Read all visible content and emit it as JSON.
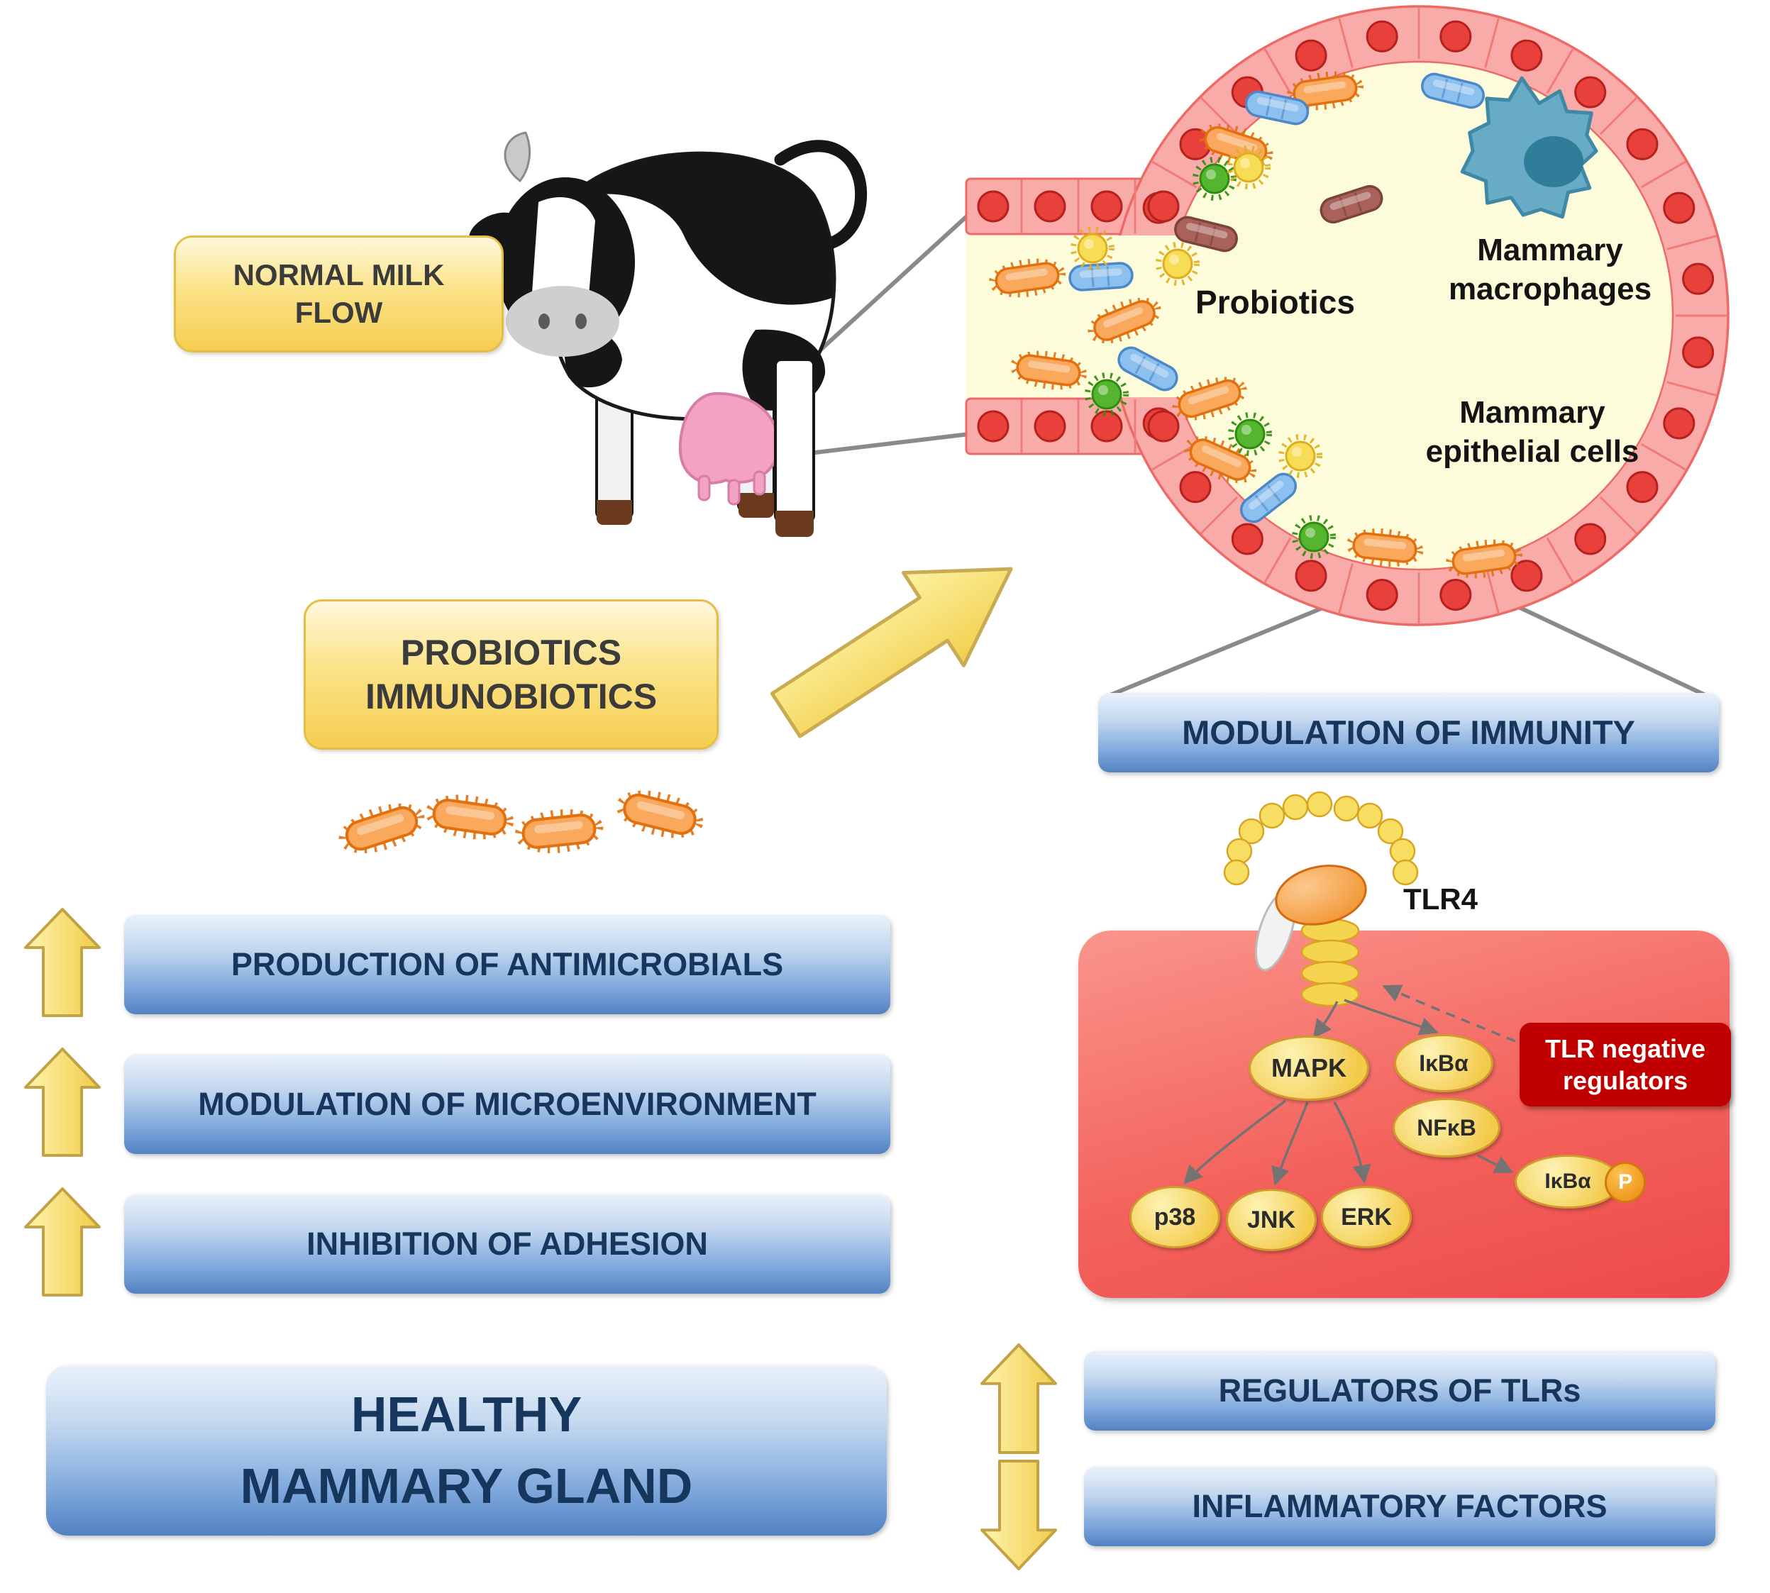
{
  "colors": {
    "yellow_box": "#FBDD6E",
    "blue_box": "#5B8AC7",
    "navy_text": "#17365D",
    "red_panel": "#EE5350",
    "dark_red_box": "#C00000",
    "node_yellow": "#F3CA4A",
    "arrow_yellow": "#F7E16B",
    "epithelium_pink": "#F9ABA9",
    "nucleus_red": "#E8413C",
    "macrophage_teal": "#68ABC6"
  },
  "cow_section": {
    "normal_milk_flow": {
      "line1": "NORMAL MILK",
      "line2": "FLOW"
    },
    "probiotics_box": {
      "line1": "PROBIOTICS",
      "line2": "IMMUNOBIOTICS"
    }
  },
  "alveolus": {
    "probiotics_label": "Probiotics",
    "macrophages_label": {
      "line1": "Mammary",
      "line2": "macrophages"
    },
    "epithelial_label": {
      "line1": "Mammary",
      "line2": "epithelial cells"
    }
  },
  "immunity": {
    "modulation_box": "MODULATION OF IMMUNITY",
    "tlr4": "TLR4",
    "nodes": {
      "mapk": "MAPK",
      "ikba": "IκBα",
      "nfkb": "NFκB",
      "p38": "p38",
      "jnk": "JNK",
      "erk": "ERK",
      "ikba_p": "IκBα",
      "phospho": "P"
    },
    "tlr_negative_regulators": {
      "line1": "TLR negative",
      "line2": "regulators"
    }
  },
  "effects": {
    "items": [
      {
        "label": "PRODUCTION OF ANTIMICROBIALS"
      },
      {
        "label": "MODULATION OF MICROENVIRONMENT"
      },
      {
        "label": "INHIBITION OF ADHESION"
      }
    ]
  },
  "outcomes": {
    "healthy_gland": {
      "line1": "HEALTHY",
      "line2": "MAMMARY GLAND"
    },
    "regulators_of_tlrs": "REGULATORS OF TLRs",
    "inflammatory_factors": "INFLAMMATORY FACTORS"
  }
}
